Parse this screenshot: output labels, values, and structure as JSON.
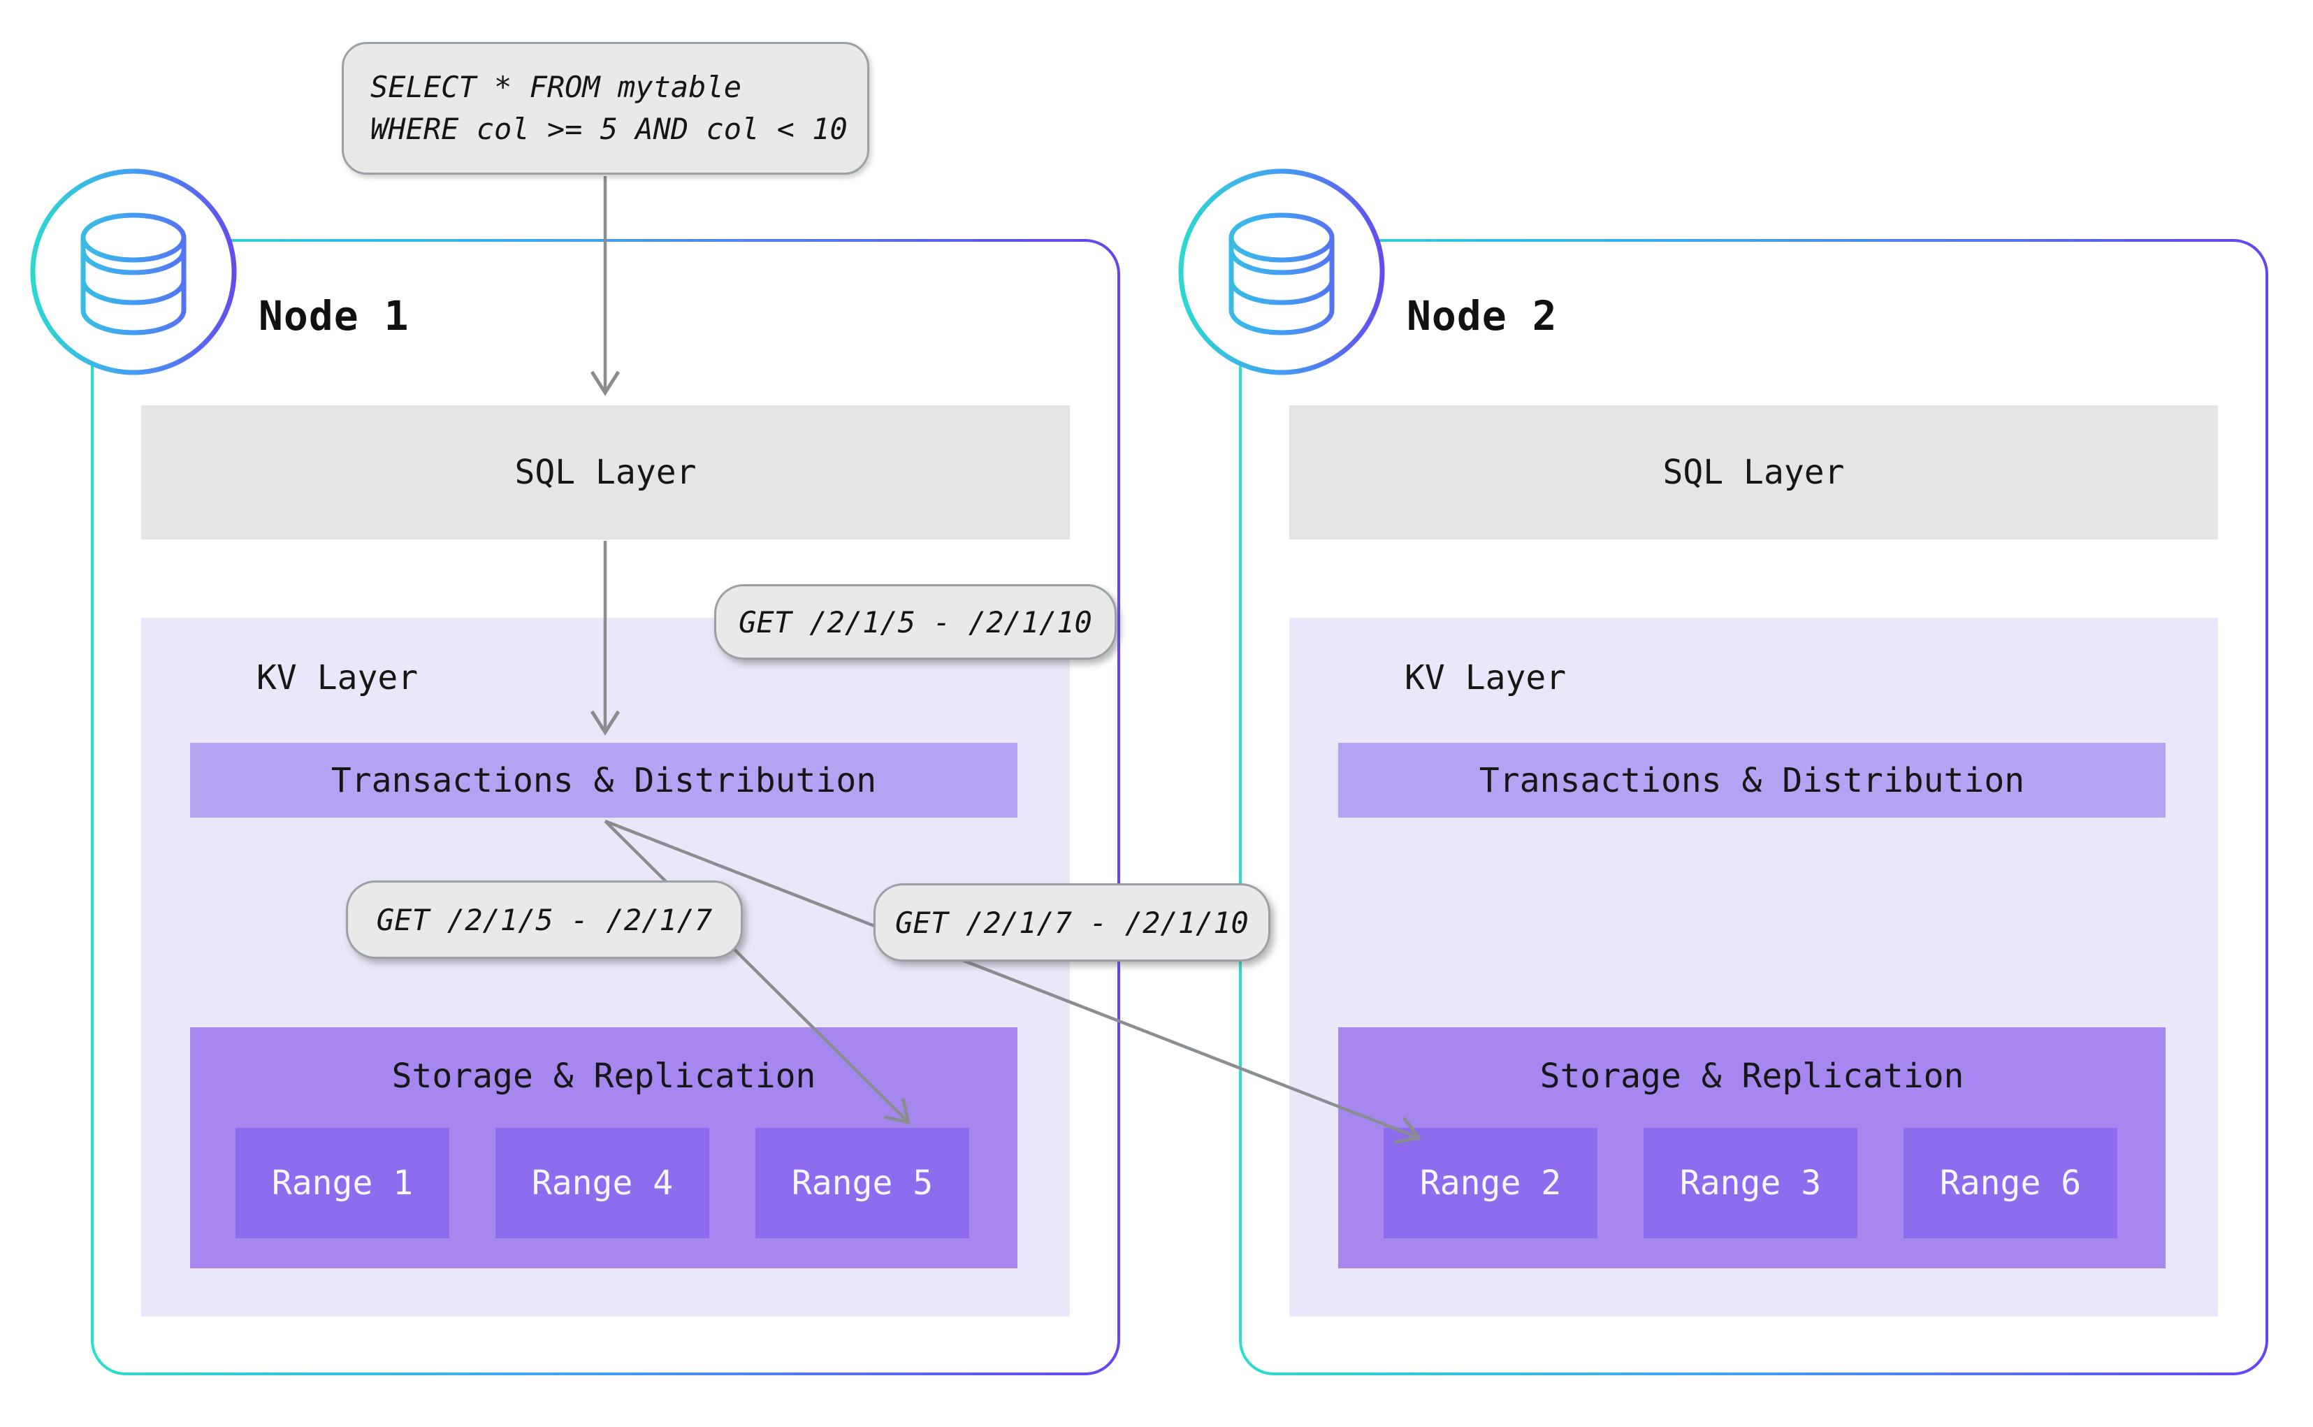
{
  "query": {
    "line1": "SELECT * FROM mytable",
    "line2": "WHERE col >= 5 AND col < 10"
  },
  "get_labels": {
    "full": "GET /2/1/5 - /2/1/10",
    "left": "GET /2/1/5 - /2/1/7",
    "right": "GET /2/1/7 - /2/1/10"
  },
  "nodes": [
    {
      "title": "Node 1",
      "sql_layer_label": "SQL Layer",
      "kv_layer_label": "KV Layer",
      "transactions_label": "Transactions & Distribution",
      "storage_label": "Storage & Replication",
      "ranges": [
        "Range 1",
        "Range 4",
        "Range 5"
      ]
    },
    {
      "title": "Node 2",
      "sql_layer_label": "SQL Layer",
      "kv_layer_label": "KV Layer",
      "transactions_label": "Transactions & Distribution",
      "storage_label": "Storage & Replication",
      "ranges": [
        "Range 2",
        "Range 3",
        "Range 6"
      ]
    }
  ],
  "colors": {
    "gradient_teal": "#2adecb",
    "gradient_blue": "#41a5f2",
    "gradient_purple": "#6743ef",
    "arrow_gray": "#8a8d90",
    "sql_layer_bg": "#e4e6e6",
    "kv_layer_bg": "#ebe7fa",
    "transactions_bg": "#b5a2f2",
    "storage_bg": "#a687f0",
    "range_bg": "#8e6cee",
    "label_bg": "#e8e9e9"
  }
}
